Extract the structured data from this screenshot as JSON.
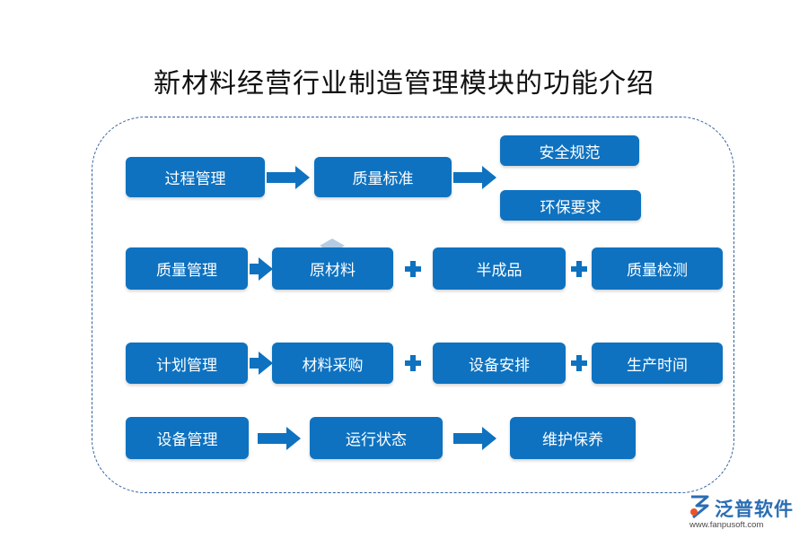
{
  "title": "新材料经营行业制造管理模块的功能介绍",
  "rows": {
    "process": {
      "head": "过程管理",
      "mid": "质量标准",
      "branches": [
        "安全规范",
        "环保要求"
      ]
    },
    "quality": {
      "head": "质量管理",
      "items": [
        "原材料",
        "半成品",
        "质量检测"
      ]
    },
    "plan": {
      "head": "计划管理",
      "items": [
        "材料采购",
        "设备安排",
        "生产时间"
      ]
    },
    "equipment": {
      "head": "设备管理",
      "items": [
        "运行状态",
        "维护保养"
      ]
    }
  },
  "logo": {
    "name": "泛普软件",
    "url": "www.fanpusoft.com"
  },
  "colors": {
    "box": "#0e72c0",
    "frame": "#2f5f9e",
    "logo_text": "#2a6db3"
  }
}
